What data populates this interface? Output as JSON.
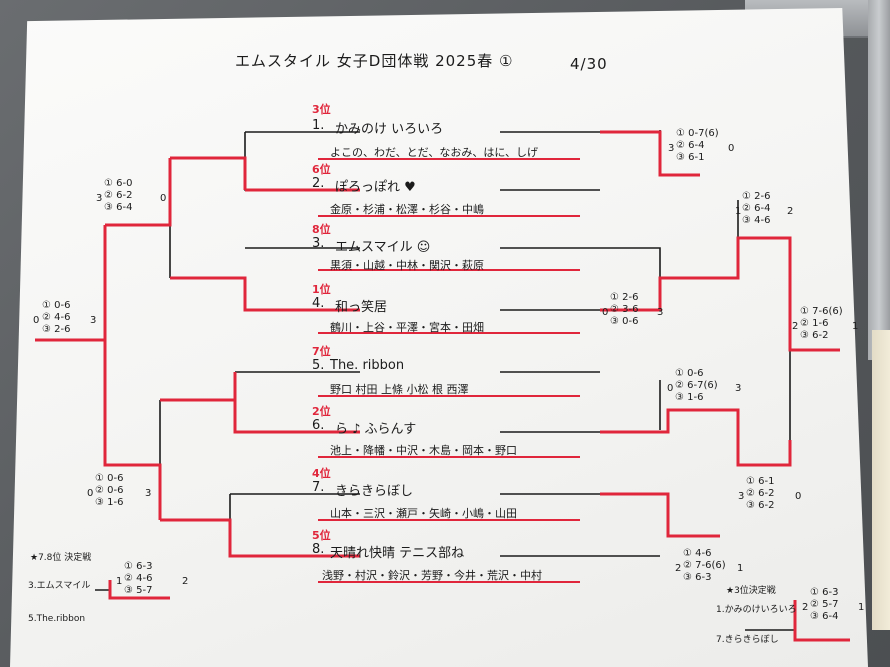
{
  "title": "エムスタイル 女子D団体戦 2025春 ①",
  "date": "4/30",
  "teams": [
    {
      "no": "1.",
      "rank": "3位",
      "name": "かみのけ いろいろ",
      "members": "よこの、わだ、とだ、なおみ、はに、しげ"
    },
    {
      "no": "2.",
      "rank": "6位",
      "name": "ぽろっぽれ ♥",
      "members": "金原・杉浦・松澤・杉谷・中嶋"
    },
    {
      "no": "3.",
      "rank": "8位",
      "name": "エムスマイル ☺",
      "members": "黒須・山越・中林・関沢・萩原"
    },
    {
      "no": "4.",
      "rank": "1位",
      "name": "和っ笑居",
      "members": "鶴川・上谷・平澤・宮本・田畑"
    },
    {
      "no": "5.",
      "rank": "7位",
      "name": "The. ribbon",
      "members": "野口 村田 上條 小松 根 西澤"
    },
    {
      "no": "6.",
      "rank": "2位",
      "name": "ら ♪ ふらんす",
      "members": "池上・降幡・中沢・木島・岡本・野口"
    },
    {
      "no": "7.",
      "rank": "4位",
      "name": "きらきらぼし",
      "members": "山本・三沢・瀬戸・矢崎・小嶋・山田"
    },
    {
      "no": "8.",
      "rank": "5位",
      "name": "天晴れ快晴 テニス部ね",
      "members": "浅野・村沢・鈴沢・芳野・今井・荒沢・中村"
    }
  ],
  "matches": [
    {
      "lines": [
        "① 0-7(6)",
        "② 6-4",
        "③ 6-1"
      ],
      "left": "3",
      "right": "0"
    },
    {
      "lines": [
        "① 6-0",
        "② 6-2",
        "③ 6-4"
      ],
      "left": "3",
      "right": "0"
    },
    {
      "lines": [
        "① 2-6",
        "② 3-6",
        "③ 0-6"
      ],
      "left": "0",
      "right": "3"
    },
    {
      "lines": [
        "① 0-6",
        "② 4-6",
        "③ 2-6"
      ],
      "left": "0",
      "right": "3"
    },
    {
      "lines": [
        "① 2-6",
        "② 6-4",
        "③ 4-6"
      ],
      "left": "1",
      "right": "2"
    },
    {
      "lines": [
        "① 0-6",
        "② 6-7(6)",
        "③ 1-6"
      ],
      "left": "0",
      "right": "3"
    },
    {
      "lines": [
        "① 7-6(6)",
        "② 1-6",
        "③ 6-2"
      ],
      "left": "2",
      "right": "1"
    },
    {
      "lines": [
        "① 0-6",
        "② 0-6",
        "③ 1-6"
      ],
      "left": "0",
      "right": "3"
    },
    {
      "lines": [
        "① 4-6",
        "② 7-6(6)",
        "③ 6-3"
      ],
      "left": "2",
      "right": "1"
    },
    {
      "lines": [
        "① 6-1",
        "② 6-2",
        "③ 6-2"
      ],
      "left": "3",
      "right": "0"
    }
  ],
  "playoff_78": {
    "heading": "★7.8位 決定戦",
    "top": "3.エムスマイル",
    "bottom": "5.The.ribbon",
    "lines": [
      "① 6-3",
      "② 4-6",
      "③ 5-7"
    ],
    "left": "1",
    "right": "2"
  },
  "playoff_34": {
    "heading": "★3位決定戦",
    "top": "1.かみのけいろいろ",
    "bottom": "7.きらきらぼし",
    "lines": [
      "① 6-3",
      "② 5-7",
      "③ 6-4"
    ],
    "left": "2",
    "right": "1"
  },
  "colors": {
    "ink": "#1b1b1b",
    "highlight": "#e0263b",
    "paper": "#f6f6f4"
  }
}
